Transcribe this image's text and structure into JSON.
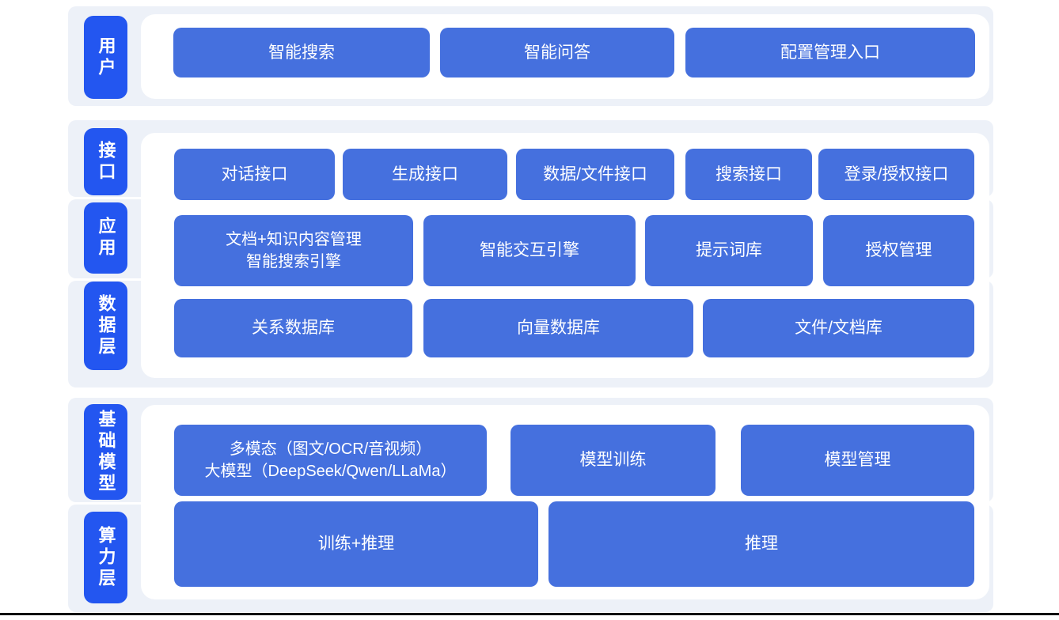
{
  "colors": {
    "page_background": "#ffffff",
    "band_background": "#edf1f8",
    "layer_label_blue": "#2356f0",
    "box_blue": "#4570de",
    "box_text": "#ffffff",
    "bottom_rule": "#000000"
  },
  "layers": {
    "user": {
      "label": "用户",
      "items": [
        "智能搜索",
        "智能问答",
        "配置管理入口"
      ]
    },
    "interface": {
      "label": "接口",
      "items": [
        "对话接口",
        "生成接口",
        "数据/文件接口",
        "搜索接口",
        "登录/授权接口"
      ]
    },
    "application": {
      "label": "应用",
      "items": [
        "文档+知识内容管理\n智能搜索引擎",
        "智能交互引擎",
        "提示词库",
        "授权管理"
      ]
    },
    "data": {
      "label": "数据层",
      "items": [
        "关系数据库",
        "向量数据库",
        "文件/文档库"
      ]
    },
    "foundation_model": {
      "label": "基础模型",
      "items": [
        "多模态（图文/OCR/音视频）\n大模型（DeepSeek/Qwen/LLaMa）",
        "模型训练",
        "模型管理"
      ]
    },
    "compute": {
      "label": "算力层",
      "items": [
        "训练+推理",
        "推理"
      ]
    }
  }
}
